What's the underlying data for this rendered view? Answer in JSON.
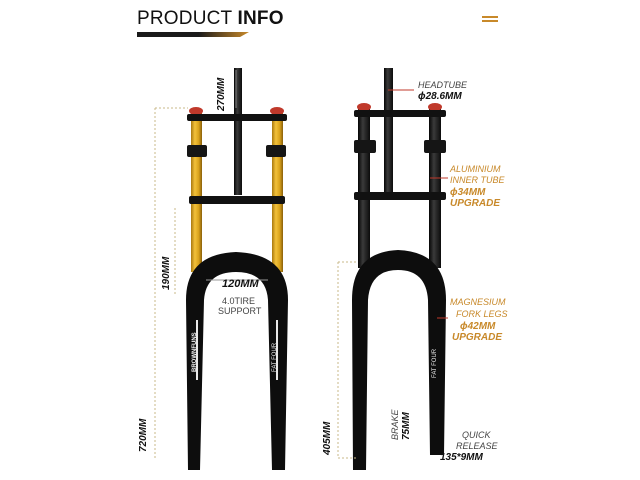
{
  "header": {
    "title_light": "PRODUCT",
    "title_bold": "INFO",
    "menu_icon": "hamburger-menu-icon",
    "accent": "#c8892a"
  },
  "left_fork": {
    "dim_top": "270MM",
    "dim_travel": "190MM",
    "dim_total": "720MM",
    "crown_width": "120MM",
    "tire_support_1": "4.0TIRE",
    "tire_support_2": "SUPPORT",
    "decal_brand": "BROWNFUNS",
    "decal_model": "FAT FOUR",
    "stanchion_color": "#d9a21b"
  },
  "right_fork": {
    "headtube_label": "HEADTUBE",
    "headtube_value": "ϕ28.6MM",
    "inner_tube_1": "ALUMINIUM",
    "inner_tube_2": "INNER TUBE",
    "inner_tube_value": "ϕ34MM",
    "inner_tube_upgrade": "UPGRADE",
    "legs_1": "MAGNESIUM",
    "legs_2": "FORK LEGS",
    "legs_value": "ϕ42MM",
    "legs_upgrade": "UPGRADE",
    "dim_axle": "405MM",
    "brake_label": "BRAKE",
    "brake_value": "75MM",
    "release_1": "QUICK",
    "release_2": "RELEASE",
    "release_value": "135*9MM",
    "decal_model": "FAT FOUR"
  }
}
